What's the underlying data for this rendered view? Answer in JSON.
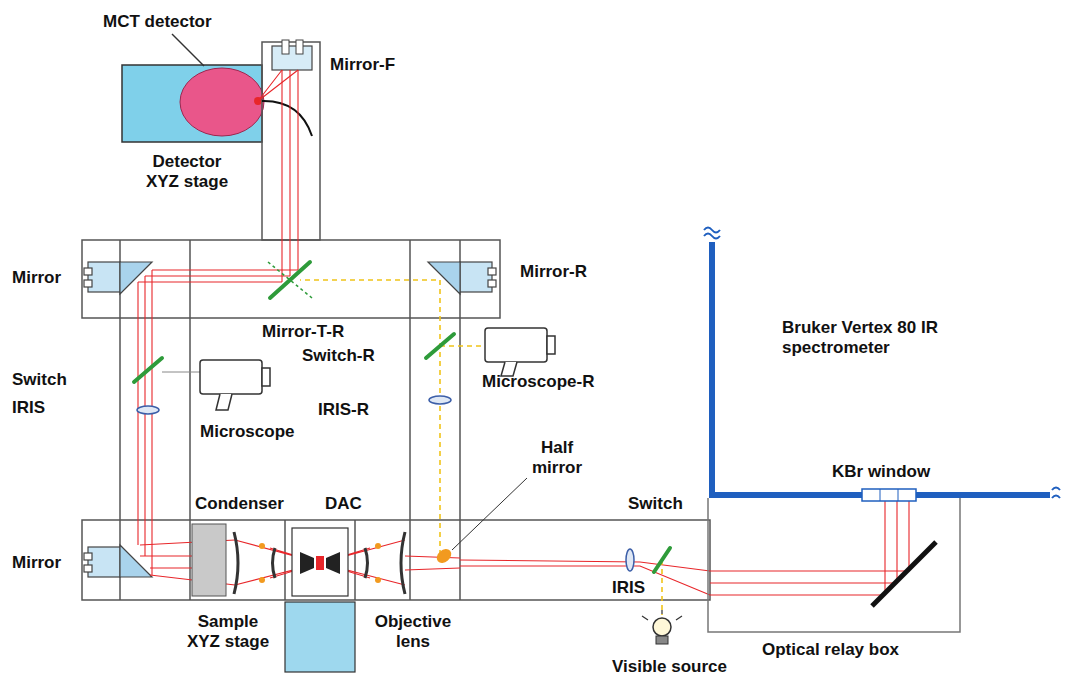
{
  "diagram": {
    "labels": [
      "MCT detector",
      "Mirror-F",
      "Detector XYZ stage",
      "Mirror",
      "Mirror-R",
      "Mirror-T-R",
      "Switch-R",
      "Bruker Vertex 80 IR spectrometer",
      "Switch",
      "Microscope-R",
      "IRIS",
      "IRIS-R",
      "Microscope",
      "KBr window",
      "DAC",
      "Half mirror",
      "Condenser",
      "Switch",
      "Mirror",
      "IRIS",
      "Sample XYZ stage",
      "Objective lens",
      "Visible source",
      "Optical relay box"
    ]
  }
}
